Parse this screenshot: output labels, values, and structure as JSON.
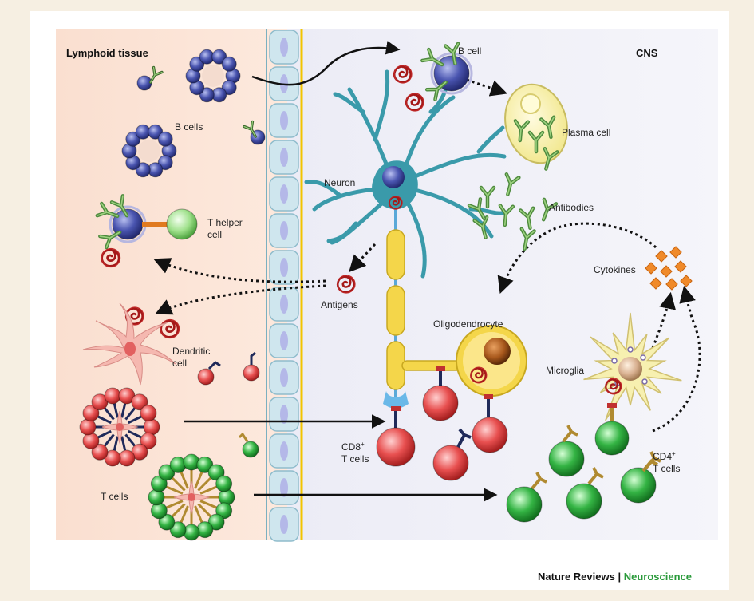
{
  "labels": {
    "lymphoid_tissue": "Lymphoid tissue",
    "cns": "CNS",
    "b_cell": "B cell",
    "b_cells": "B cells",
    "plasma_cell": "Plasma cell",
    "neuron": "Neuron",
    "antibodies": "Antibodies",
    "t_helper_line1": "T helper",
    "t_helper_line2": "cell",
    "cytokines": "Cytokines",
    "antigens": "Antigens",
    "oligodendrocyte": "Oligodendrocyte",
    "dendritic_line1": "Dendritic",
    "dendritic_line2": "cell",
    "microglia": "Microglia",
    "cd8_line1": "CD8",
    "cd8_sup": "+",
    "cd8_line2": "T cells",
    "cd4_line1": "CD4",
    "cd4_sup": "+",
    "cd4_line2": "T cells",
    "t_cells": "T cells"
  },
  "footer": {
    "journal": "Nature Reviews",
    "separator": " | ",
    "section": "Neuroscience"
  },
  "colors": {
    "lymphoid_bg": "#fbe3d6",
    "cns_bg": "#efeff7",
    "b_cell": "#3d4aa0",
    "cd8_cell": "#e04848",
    "cd4_cell": "#2aa23a",
    "myelin": "#f4d64a",
    "neuron": "#3a9aaa",
    "antigen": "#a01818",
    "cytokine": "#f08a2a"
  }
}
